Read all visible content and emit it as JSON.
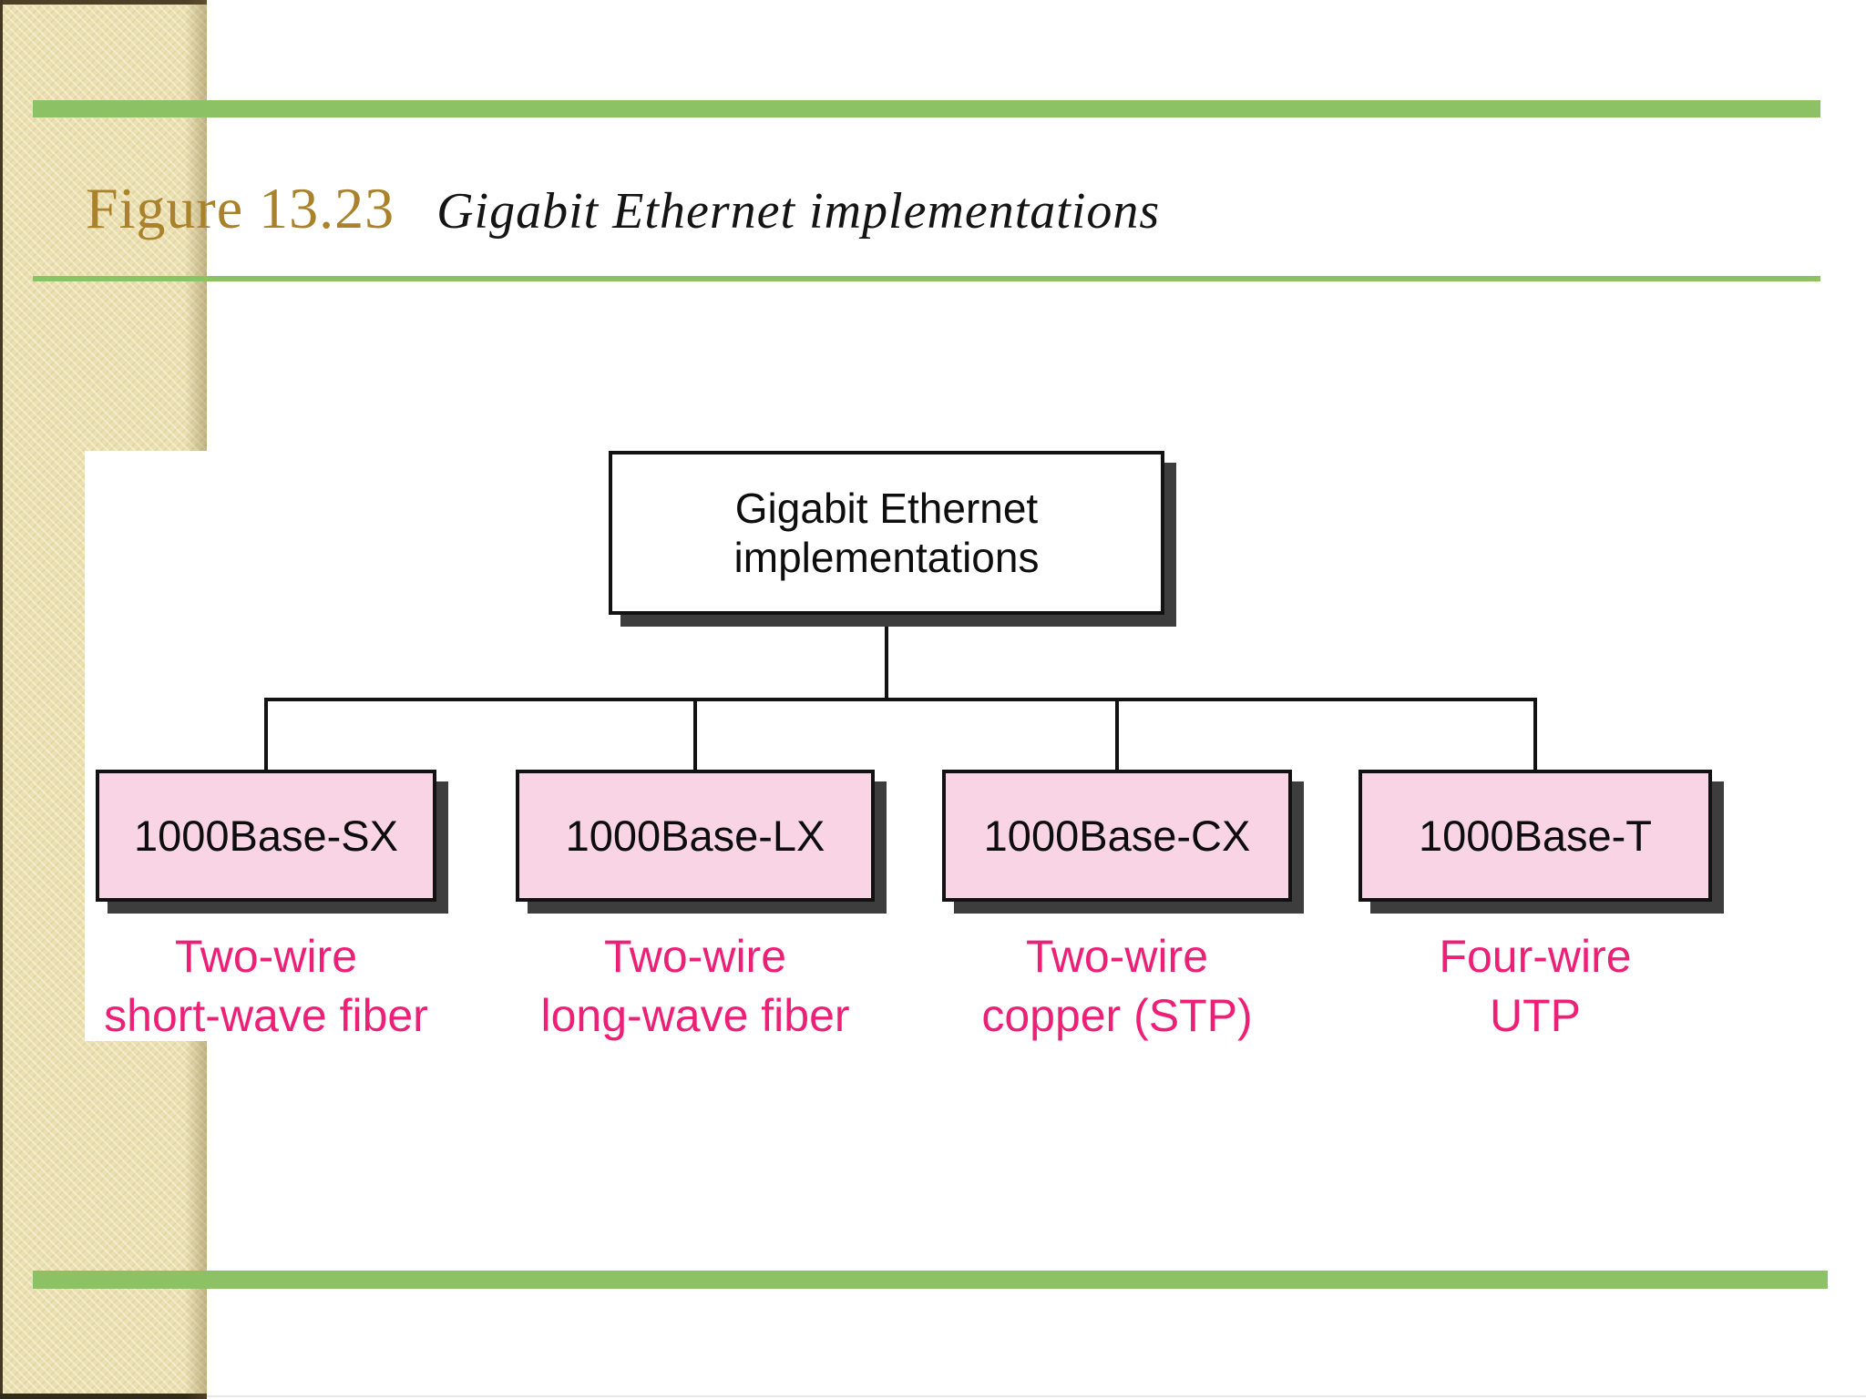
{
  "slide": {
    "figure_label": "Figure 13.23",
    "figure_caption": "Gigabit Ethernet implementations"
  },
  "diagram": {
    "root": {
      "line1": "Gigabit Ethernet",
      "line2": "implementations"
    },
    "children": [
      {
        "name": "1000Base-SX",
        "desc_line1": "Two-wire",
        "desc_line2": "short-wave fiber"
      },
      {
        "name": "1000Base-LX",
        "desc_line1": "Two-wire",
        "desc_line2": "long-wave fiber"
      },
      {
        "name": "1000Base-CX",
        "desc_line1": "Two-wire",
        "desc_line2": "copper (STP)"
      },
      {
        "name": "1000Base-T",
        "desc_line1": "Four-wire",
        "desc_line2": "UTP"
      }
    ]
  },
  "colors": {
    "accent-green": "#8cc263",
    "stripe-tan": "#ebe0b2",
    "title-gold": "#aa822b",
    "label-pink": "#ed2078",
    "node-pink": "#f9d4e4",
    "node-border": "#121212",
    "node-shadow": "#3d3d3d",
    "canvas-white": "#ffffff"
  }
}
